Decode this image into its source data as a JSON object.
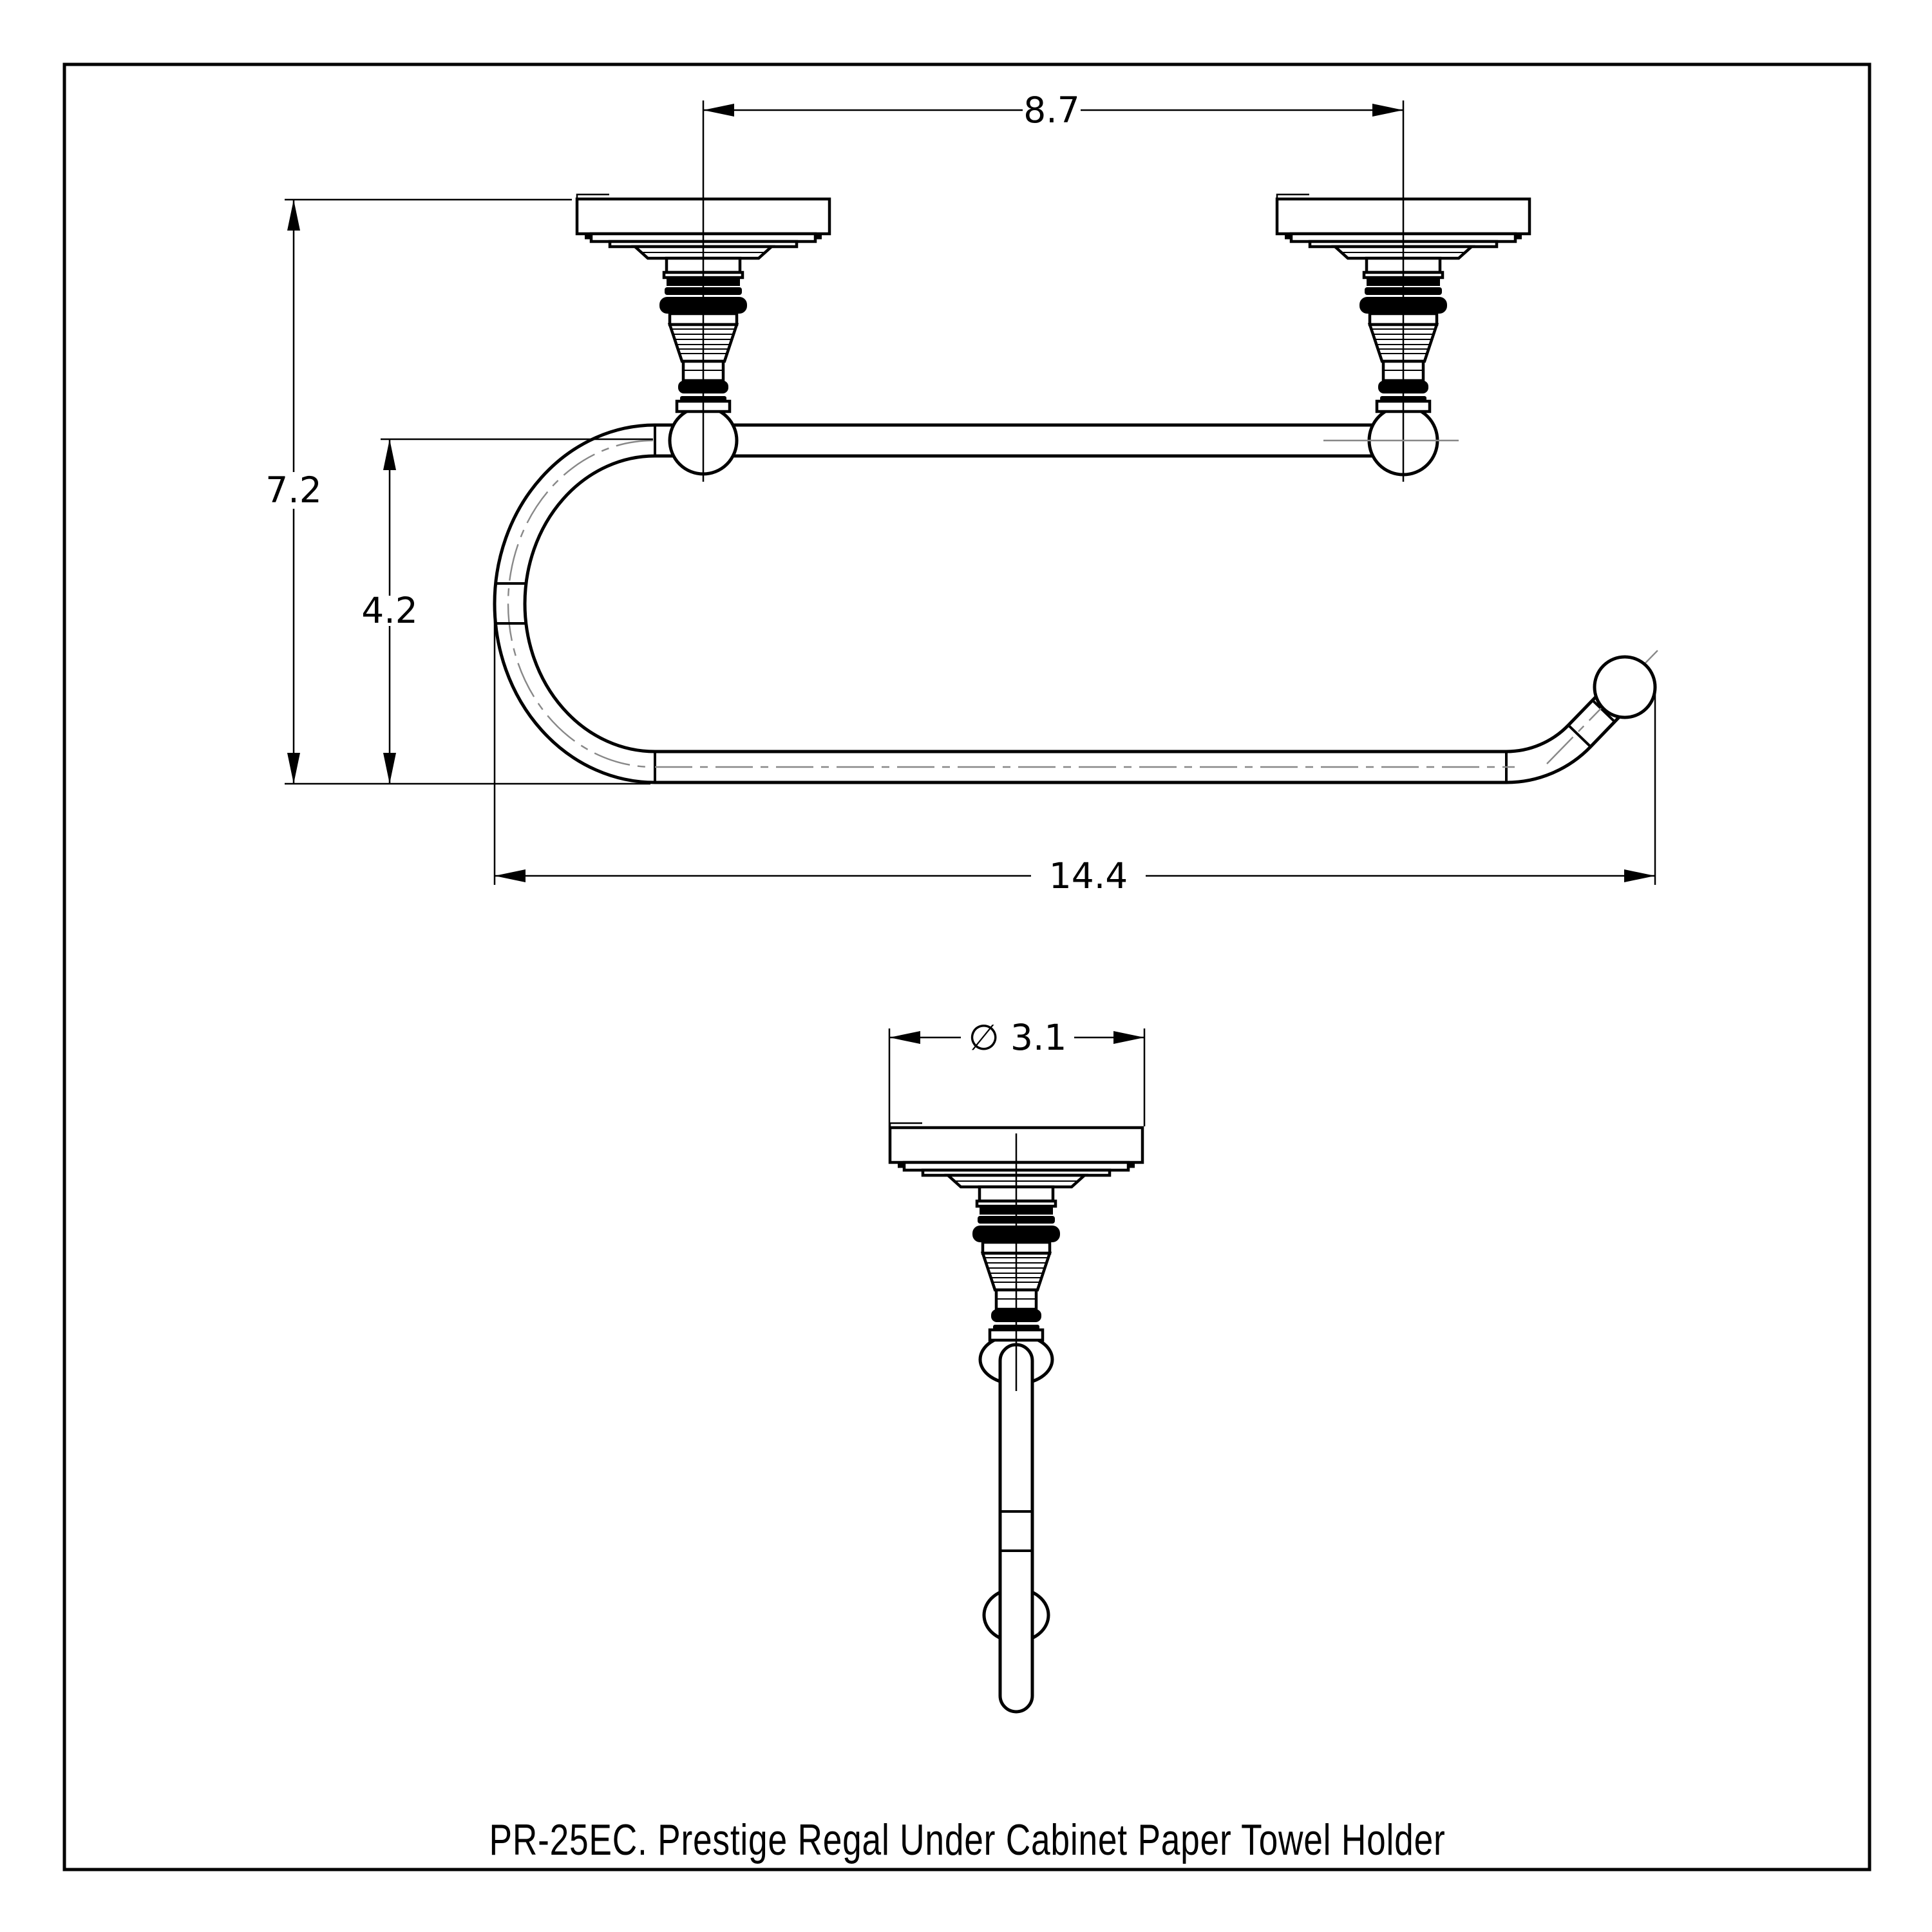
{
  "drawing": {
    "caption": "PR-25EC. Prestige Regal Under Cabinet Paper Towel Holder",
    "background_color": "#ffffff",
    "line_color": "#000000",
    "centerline_color": "#888888",
    "dimensions": {
      "mount_spacing": "8.7",
      "overall_height": "7.2",
      "hang_depth": "4.2",
      "overall_length": "14.4",
      "backplate_diameter": "∅ 3.1"
    }
  }
}
